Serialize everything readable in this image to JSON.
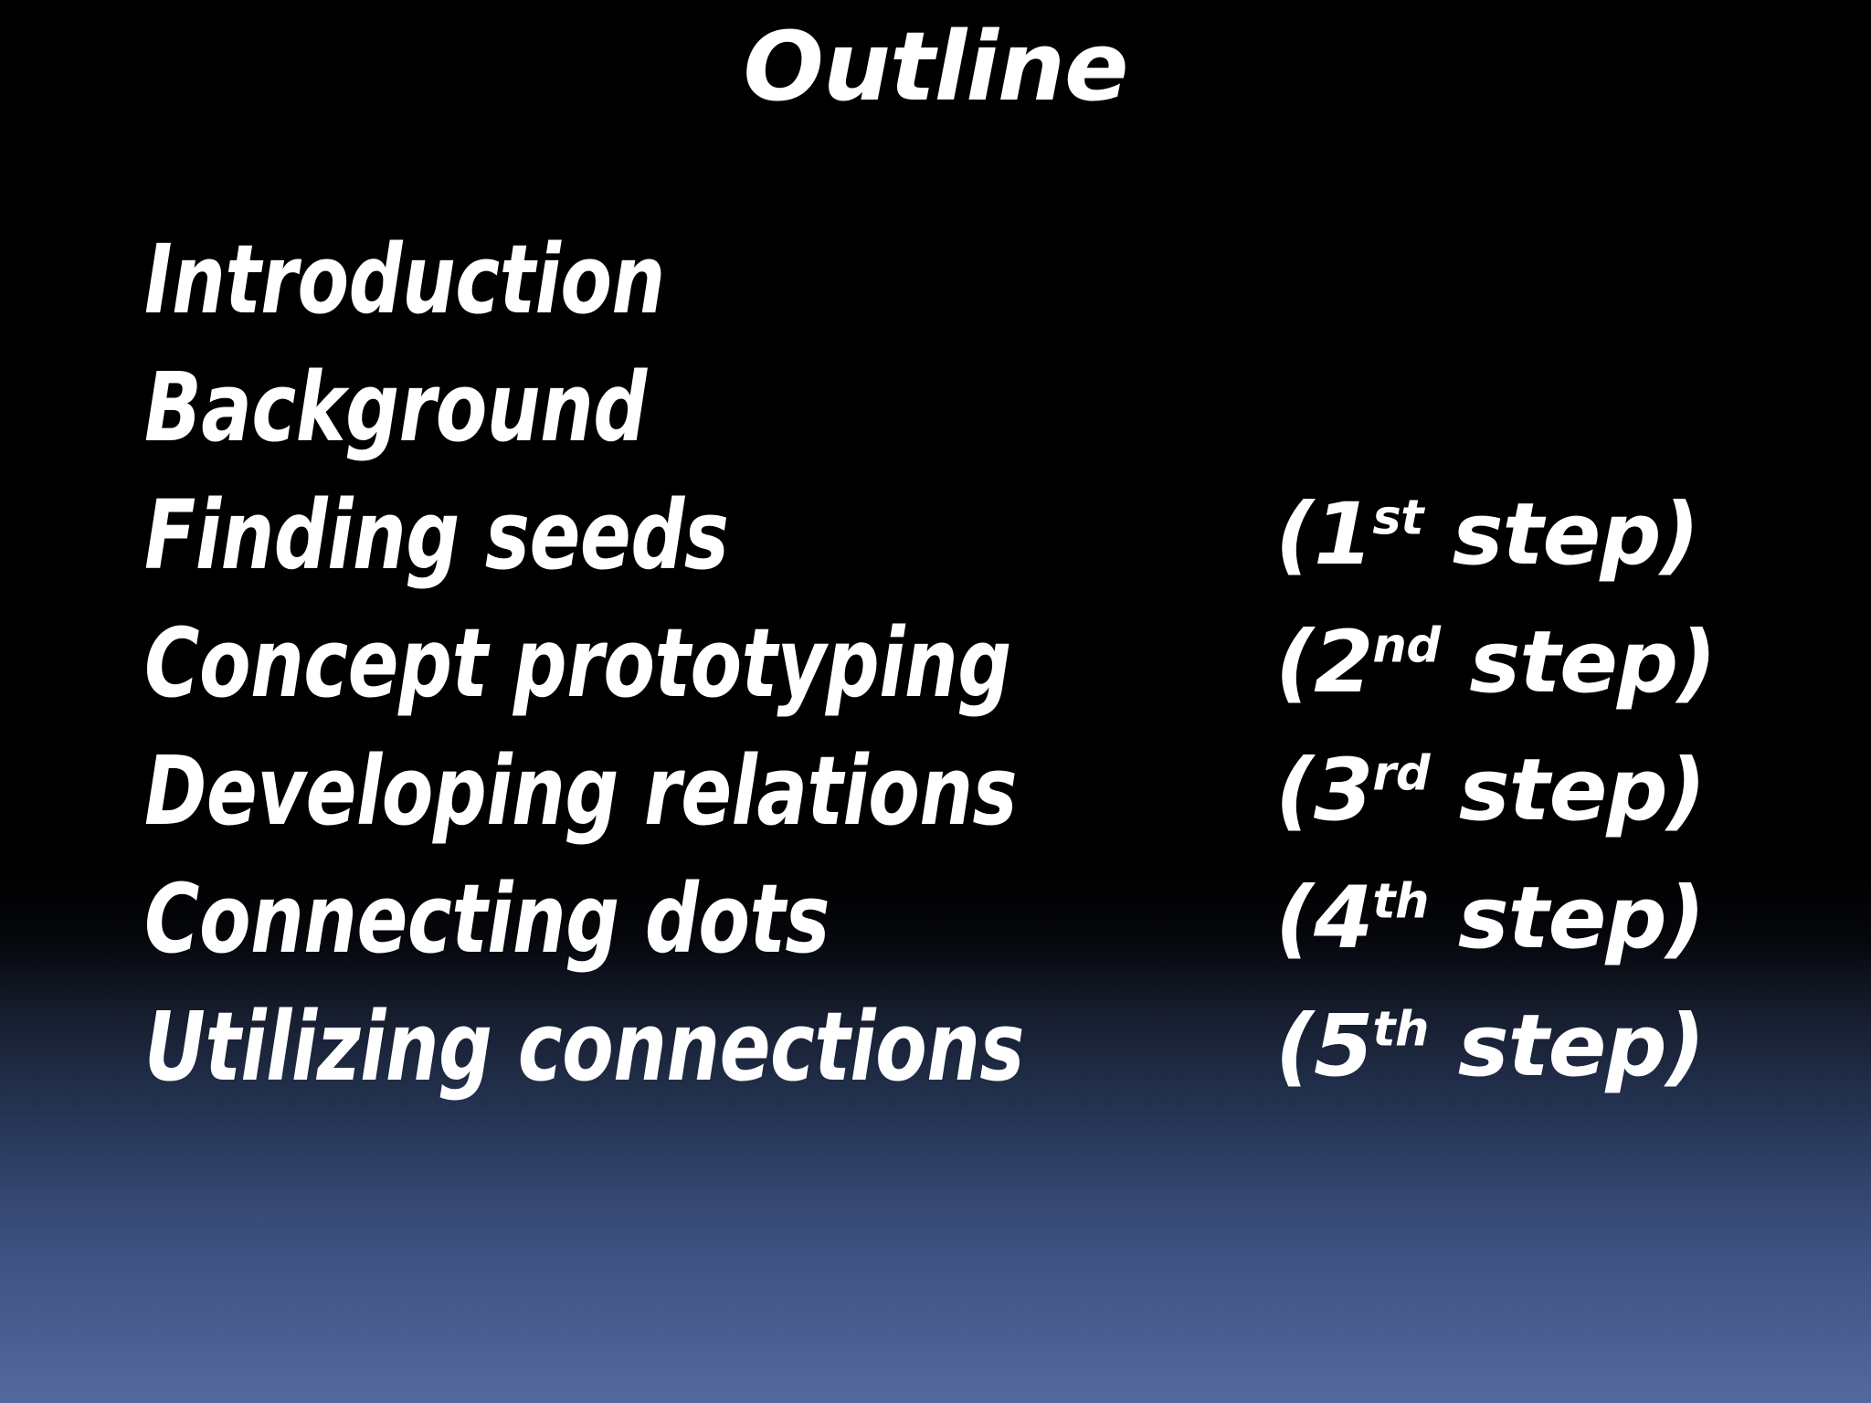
{
  "slide": {
    "title": "Outline",
    "background": {
      "top_color": "#000000",
      "bottom_color": "#54699d",
      "text_color": "#ffffff"
    },
    "items": [
      {
        "topic": "Introduction",
        "step_open": "",
        "step_number": "",
        "step_ordinal": "",
        "step_label": "",
        "step_close": "",
        "has_step": false
      },
      {
        "topic": "Background",
        "step_open": "",
        "step_number": "",
        "step_ordinal": "",
        "step_label": "",
        "step_close": "",
        "has_step": false
      },
      {
        "topic": "Finding seeds",
        "step_open": "(",
        "step_number": "1",
        "step_ordinal": "st",
        "step_label": " step",
        "step_close": ")",
        "has_step": true
      },
      {
        "topic": "Concept prototyping",
        "step_open": "(",
        "step_number": "2",
        "step_ordinal": "nd",
        "step_label": " step",
        "step_close": ")",
        "has_step": true
      },
      {
        "topic": "Developing relations",
        "step_open": "(",
        "step_number": "3",
        "step_ordinal": "rd",
        "step_label": " step",
        "step_close": ")",
        "has_step": true
      },
      {
        "topic": "Connecting dots",
        "step_open": "(",
        "step_number": "4",
        "step_ordinal": "th",
        "step_label": " step",
        "step_close": ")",
        "has_step": true
      },
      {
        "topic": "Utilizing connections",
        "step_open": "(",
        "step_number": "5",
        "step_ordinal": "th",
        "step_label": " step",
        "step_close": ")",
        "has_step": true
      }
    ]
  }
}
